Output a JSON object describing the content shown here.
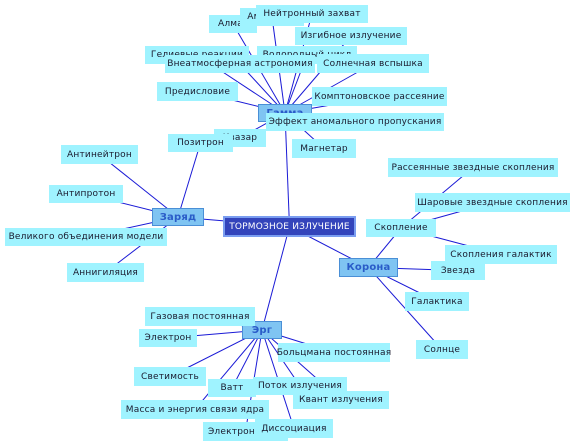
{
  "colors": {
    "background": "#ffffff",
    "leaf_fill": "#9ff3ff",
    "hub_fill": "#7fc4f2",
    "hub_text": "#2a5cc8",
    "center_fill": "#3344bb",
    "center_border": "#7a9df0",
    "link": "#1a1ad6"
  },
  "center": {
    "label": "ТОРМОЗНОЕ ИЗЛУЧЕНИЕ"
  },
  "hubs": {
    "gamma": "Гамма",
    "charge": "Заряд",
    "corona": "Корона",
    "erg": "Эрг"
  },
  "gamma_branch": {
    "almaz": "Алмаз",
    "americium": "Америций",
    "neutron_capture": "Нейтронный захват",
    "bending_radiation": "Изгибное излучение",
    "helium_reactions": "Гелиевые реакции",
    "hydrogen_cycle": "Водородный цикл",
    "extra_atmospheric": "Внеатмосферная астрономия",
    "solar_flare": "Солнечная вспышка",
    "preface": "Предисловие",
    "compton": "Комптоновское рассеяние",
    "anomalous": "Эффект аномального пропускания",
    "quasar": "Квазар",
    "magnetar": "Магнетар"
  },
  "charge_branch": {
    "positron": "Позитрон",
    "antineutron": "Антинейтрон",
    "antiproton": "Антипротон",
    "gut": "Великого объединения модели",
    "annihilation": "Аннигиляция"
  },
  "corona_branch": {
    "cluster": "Скопление",
    "scattered_clusters": "Рассеянные звездные скопления",
    "globular_clusters": "Шаровые звездные скопления",
    "galaxy_clusters": "Скопления галактик",
    "star": "Звезда",
    "galaxy": "Галактика",
    "sun": "Солнце"
  },
  "erg_branch": {
    "gas_constant": "Газовая постоянная",
    "electron": "Электрон",
    "boltzmann": "Больцмана постоянная",
    "luminosity": "Светимость",
    "watt": "Ватт",
    "radiation_flux": "Поток излучения",
    "binding_energy": "Масса и энергия связи ядра",
    "radiation_quantum": "Квант излучения",
    "electronvolt": "Электронвольт",
    "dissociation": "Диссоциация"
  }
}
